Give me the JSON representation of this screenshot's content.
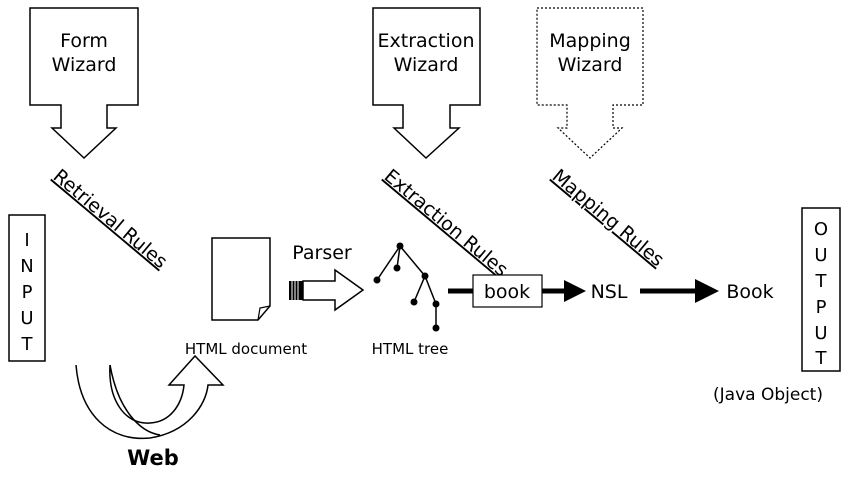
{
  "wizards": {
    "form_line1": "Form",
    "form_line2": "Wizard",
    "extraction_line1": "Extraction",
    "extraction_line2": "Wizard",
    "mapping_line1": "Mapping",
    "mapping_line2": "Wizard"
  },
  "rules": {
    "retrieval": "Retrieval Rules",
    "extraction": "Extraction Rules",
    "mapping": "Mapping Rules"
  },
  "input_letters": [
    "I",
    "N",
    "P",
    "U",
    "T"
  ],
  "output_letters": [
    "O",
    "U",
    "T",
    "P",
    "U",
    "T"
  ],
  "flow": {
    "parser": "Parser",
    "html_document": "HTML document",
    "html_tree": "HTML tree",
    "book_box": "book",
    "nsl": "NSL",
    "book_out": "Book",
    "java_object": "(Java Object)",
    "web": "Web"
  }
}
